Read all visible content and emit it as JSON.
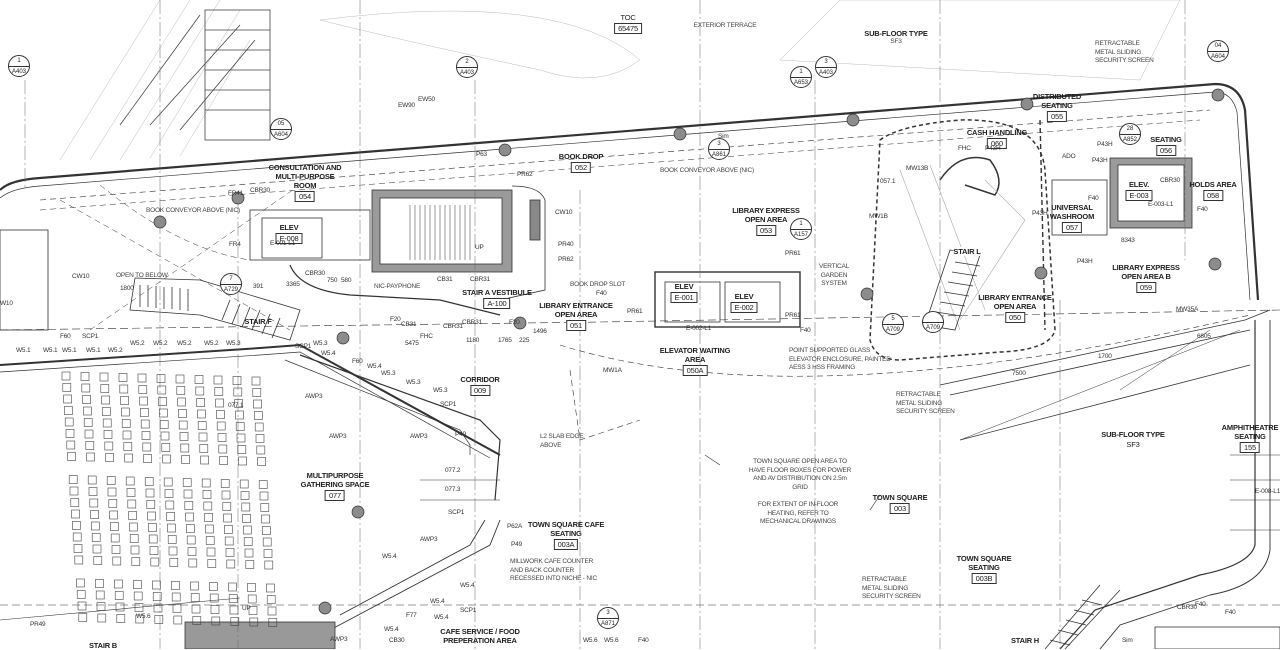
{
  "top": {
    "toc_label": "TOC",
    "toc_value": "65475",
    "exterior_terrace": "EXTERIOR TERRACE",
    "subfloor_top_title": "SUB-FLOOR TYPE",
    "subfloor_top_value": "SF3",
    "retractable_top": [
      "RETRACTABLE",
      "METAL SLIDING",
      "SECURITY SCREEN"
    ]
  },
  "rooms": [
    {
      "name": [
        "DISTRIBUTED",
        "SEATING"
      ],
      "number": "055"
    },
    {
      "name": [
        "CASH HANDLING"
      ],
      "number": "060"
    },
    {
      "name": [
        "SEATING"
      ],
      "number": "056"
    },
    {
      "name": [
        "HOLDS AREA"
      ],
      "number": "058"
    },
    {
      "name": [
        "ELEV."
      ],
      "number": "E-003"
    },
    {
      "name": [
        "UNIVERSAL",
        "WASHROOM"
      ],
      "number": "057"
    },
    {
      "name": [
        "LIBRARY EXPRESS",
        "OPEN AREA B"
      ],
      "number": "059"
    },
    {
      "name": [
        "LIBRARY ENTRANCE",
        "OPEN AREA"
      ],
      "number": "050"
    },
    {
      "name": [
        "LIBRARY EXPRESS",
        "OPEN AREA"
      ],
      "number": "053"
    },
    {
      "name": [
        "BOOK DROP"
      ],
      "number": "052"
    },
    {
      "name": [
        "CONSULTATION AND",
        "MULTI-PURPOSE",
        "ROOM"
      ],
      "number": "054"
    },
    {
      "name": [
        "ELEV"
      ],
      "number": "E-008"
    },
    {
      "name": [
        "STAIR A VESTIBULE"
      ],
      "number": "A-100"
    },
    {
      "name": [
        "LIBRARY ENTRANCE",
        "OPEN AREA"
      ],
      "number": "051"
    },
    {
      "name": [
        "ELEV"
      ],
      "number": "E-001"
    },
    {
      "name": [
        "ELEV"
      ],
      "number": "E-002"
    },
    {
      "name": [
        "ELEVATOR WAITING",
        "AREA"
      ],
      "number": "050A"
    },
    {
      "name": [
        "CORRIDOR"
      ],
      "number": "009"
    },
    {
      "name": [
        "MULTIPURPOSE",
        "GATHERING SPACE"
      ],
      "number": "077"
    },
    {
      "name": [
        "TOWN SQUARE CAFE",
        "SEATING"
      ],
      "number": "003A"
    },
    {
      "name": [
        "CAFE SERVICE / FOOD",
        "PREPERATION AREA"
      ],
      "number": ""
    },
    {
      "name": [
        "TOWN SQUARE"
      ],
      "number": "003"
    },
    {
      "name": [
        "TOWN SQUARE",
        "SEATING"
      ],
      "number": "003B"
    },
    {
      "name": [
        "AMPHITHEATRE",
        "SEATING"
      ],
      "number": "155"
    },
    {
      "name": [
        "SUB-FLOOR TYPE"
      ],
      "number": "SF3"
    }
  ],
  "stairs": [
    "STAIR F",
    "STAIR L",
    "STAIR H",
    "STAIR B"
  ],
  "notes": {
    "book_conveyor_1": "BOOK CONVEYOR ABOVE (NIC)",
    "book_conveyor_2": "BOOK CONVEYOR ABOVE (NIC)",
    "open_to_below": "OPEN TO BELOW",
    "nic_payphone": "NIC-PAYPHONE",
    "book_drop_slot": "BOOK DROP SLOT",
    "vertical_garden": [
      "VERTICAL",
      "GARDEN",
      "SYSTEM"
    ],
    "glass_enclosure": [
      "POINT SUPPORTED GLASS",
      "ELEVATOR ENCLOSURE, PAINTED",
      "AESS 3 HSS FRAMING"
    ],
    "retractable_mid": [
      "RETRACTABLE",
      "METAL SLIDING",
      "SECURITY SCREEN"
    ],
    "l2_slab": [
      "L2 SLAB EDGE",
      "ABOVE"
    ],
    "floor_boxes": [
      "TOWN SQUARE OPEN AREA TO",
      "HAVE FLOOR BOXES FOR POWER",
      "AND AV DISTRIBUTION ON 2.5m",
      "GRID"
    ],
    "in_floor_heating": [
      "FOR EXTENT OF IN-FLOOR",
      "HEATING, REFER TO",
      "MECHANICAL DRAWINGS"
    ],
    "millwork": [
      "MILLWORK CAFE COUNTER",
      "AND BACK COUNTER",
      "RECESSED INTO NICHE - NIC"
    ],
    "retractable_bottom": [
      "RETRACTABLE",
      "METAL SLIDING",
      "SECURITY SCREEN"
    ]
  },
  "callouts": [
    {
      "top": "1",
      "sheet": "A403"
    },
    {
      "top": "2",
      "sheet": "A403"
    },
    {
      "top": "1",
      "sheet": "A653"
    },
    {
      "top": "3",
      "sheet": "A403"
    },
    {
      "top": "04",
      "sheet": "A604"
    },
    {
      "top": "05",
      "sheet": "A604"
    },
    {
      "top": "3",
      "sheet": "A861"
    },
    {
      "top": "1",
      "sheet": "A157"
    },
    {
      "top": "7",
      "sheet": "A729"
    },
    {
      "top": "5",
      "sheet": "A709"
    },
    {
      "top": "",
      "sheet": "A709"
    },
    {
      "top": "28",
      "sheet": "A852"
    },
    {
      "top": "3",
      "sheet": "A871"
    }
  ],
  "tags": [
    "EW90",
    "EW50",
    "P63",
    "PR62",
    "CW10",
    "PR40",
    "PR62",
    "FR41",
    "CBR30",
    "FR4",
    "CBR30",
    "CW10",
    "W10",
    "3365",
    "750",
    "580",
    "391",
    "1800",
    "CB31",
    "CBR31",
    "CBR31",
    "F20",
    "CB31",
    "CBR31",
    "F20",
    "FHC",
    "5475",
    "1180",
    "1765",
    "225",
    "1496",
    "F40",
    "PR61",
    "PR61",
    "F40",
    "PR61",
    "MW1A",
    "MW1B",
    "MW13B",
    "057.1",
    "FHC",
    "P43H",
    "P43H",
    "ADO",
    "P43H",
    "F40",
    "CBR30",
    "E-003-L1",
    "F40",
    "P43H",
    "8343",
    "P43H",
    "MW35A",
    "6805",
    "1700",
    "7500",
    "F60",
    "SCP1",
    "W5.1",
    "W5.1",
    "W5.1",
    "W5.1",
    "W5.2",
    "W5.2",
    "W5.2",
    "W5.2",
    "W5.2",
    "W5.3",
    "SCP1",
    "W5.3",
    "W5.4",
    "F60",
    "W5.4",
    "W5.3",
    "W5.3",
    "W5.3",
    "SCP1",
    "P49",
    "AWP3",
    "AWP3",
    "AWP3",
    "077.1",
    "077.2",
    "077.3",
    "SCP1",
    "P62A",
    "P49",
    "AWP3",
    "W5.4",
    "W5.4",
    "W5.4",
    "SCP1",
    "F77",
    "W5.4",
    "W5.4",
    "CB30",
    "AWP3",
    "PR49",
    "W5.6",
    "W5.6",
    "W5.6",
    "F40",
    "CBR30",
    "F40",
    "F40",
    "Sim",
    "Sim",
    "UP",
    "UP",
    "E-008-L1",
    "E-001-L1",
    "E-002-L1"
  ],
  "colors": {
    "line": "#333333",
    "fill_wall": "#9a9a9a",
    "column": "#8c8c8c"
  }
}
